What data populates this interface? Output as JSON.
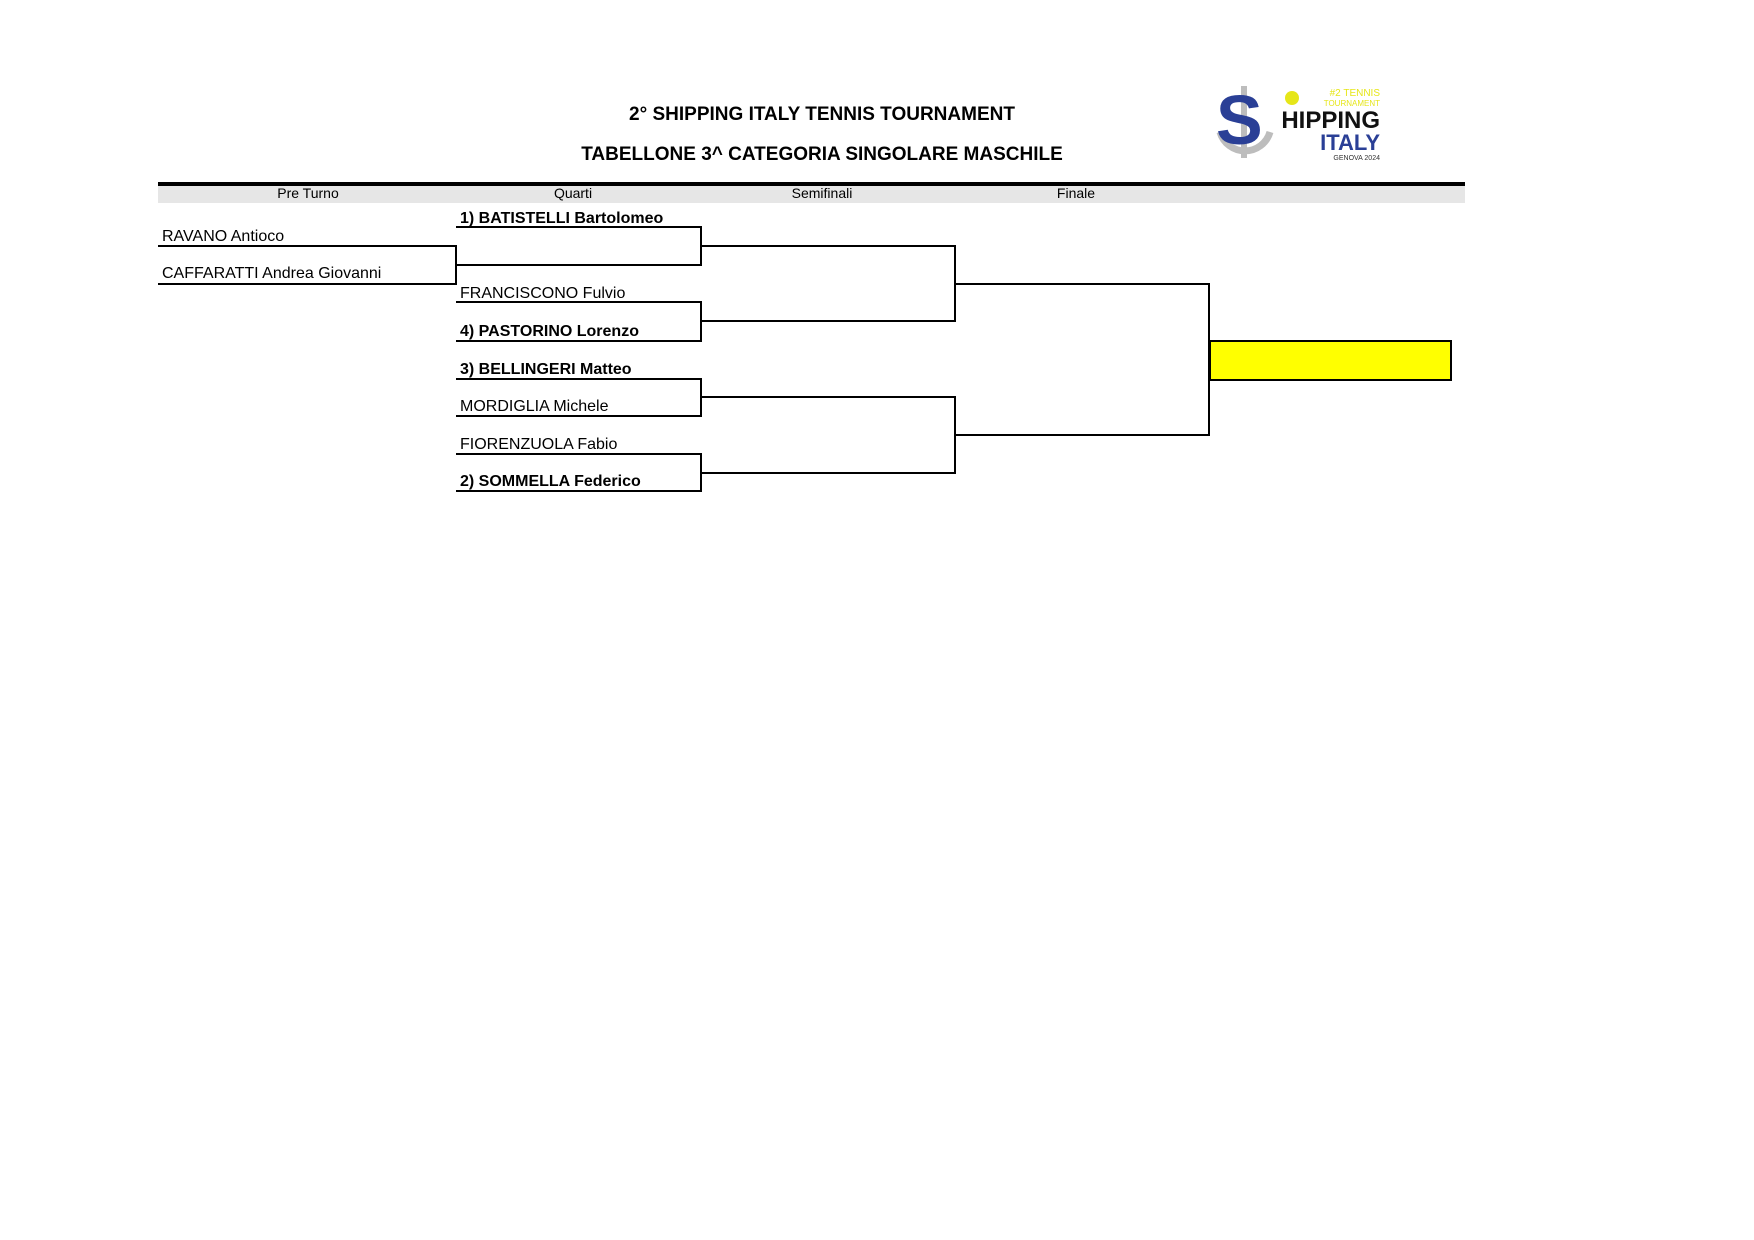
{
  "header": {
    "title": "2° SHIPPING ITALY TENNIS TOURNAMENT",
    "subtitle": "TABELLONE 3^ CATEGORIA SINGOLARE MASCHILE"
  },
  "logo": {
    "line1": "#2 TENNIS",
    "line2": "TOURNAMENT",
    "brand1": "SHIPPING",
    "brand2": "ITALY",
    "place": "GENOVA 2024",
    "colors": {
      "blue": "#2a3f96",
      "yellow": "#e6e619",
      "gray": "#bdbdbd"
    }
  },
  "rounds": [
    "Pre Turno",
    "Quarti",
    "Semifinali",
    "Finale"
  ],
  "preturno": [
    {
      "name": "RAVANO Antioco"
    },
    {
      "name": "CAFFARATTI Andrea Giovanni"
    }
  ],
  "quarti": [
    {
      "name": "1) BATISTELLI Bartolomeo",
      "seeded": true
    },
    {
      "name": "",
      "seeded": false
    },
    {
      "name": "FRANCISCONO Fulvio",
      "seeded": false
    },
    {
      "name": "4) PASTORINO Lorenzo",
      "seeded": true
    },
    {
      "name": "3) BELLINGERI Matteo",
      "seeded": true
    },
    {
      "name": "MORDIGLIA Michele",
      "seeded": false
    },
    {
      "name": "FIORENZUOLA Fabio",
      "seeded": false
    },
    {
      "name": "2) SOMMELLA Federico",
      "seeded": true
    }
  ],
  "winner_color": "#ffff00"
}
